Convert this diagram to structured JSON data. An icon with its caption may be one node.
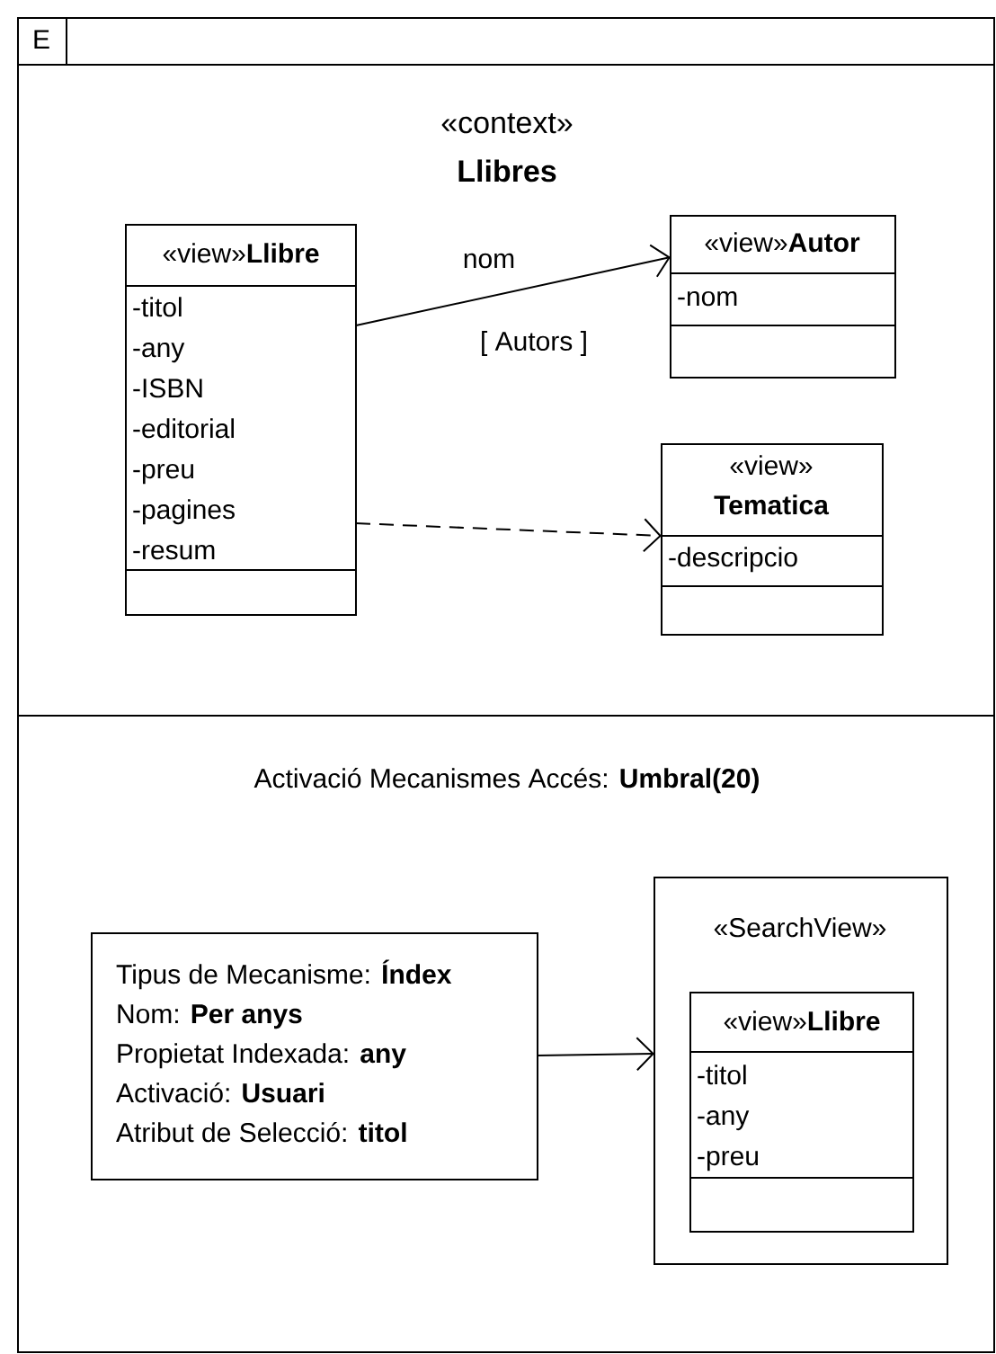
{
  "diagram": {
    "nodes": [
      {
        "text": [
          "E"
        ]
      },
      {
        "text": [
          "«context»",
          "Llibres"
        ],
        "in": 0
      },
      {
        "text": [
          "«view»**Llibre**",
          "-titol",
          "-any",
          "-ISBN",
          "-editorial",
          "-preu",
          "-pagines",
          "-resum"
        ],
        "in": 1
      },
      {
        "text": [
          "«view»**Autor**",
          "-nom"
        ],
        "in": 1
      },
      {
        "text": [
          "«view»",
          "Tematica",
          "-descripcio"
        ],
        "in": 1
      },
      {
        "text": [
          "Activació Mecanismes Accés: **Umbral(20)**"
        ],
        "in": 0
      },
      {
        "text": [
          "Tipus de Mecanisme: **Índex**",
          "Nom: **Per anys**",
          "Propietat Indexada: **any**",
          "Activació: **Usuari**",
          "Atribut de Selecció: **titol**"
        ],
        "in": 5
      },
      {
        "text": [
          "«SearchView»"
        ],
        "in": 5
      },
      {
        "text": [
          "«view»**Llibre**",
          "-titol",
          "-any",
          "-preu"
        ],
        "in": 7
      }
    ],
    "edges": [
      {
        "from": 2,
        "to": 3,
        "arrow": "to",
        "label": "nom"
      },
      {
        "from": 2,
        "to": 4,
        "arrow": "to",
        "style": "dashed"
      },
      {
        "from": 6,
        "to": 7,
        "arrow": "to"
      }
    ],
    "labels": [
      "[ Autors ]"
    ]
  }
}
